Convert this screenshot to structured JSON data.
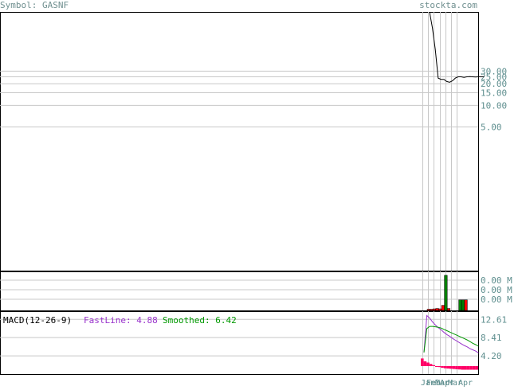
{
  "header": {
    "symbol_label": "Symbol: GASNF",
    "site": "stockta.com"
  },
  "colors": {
    "background": "#ffffff",
    "frame": "#000000",
    "grid": "#c8c8c8",
    "axis_text": "#5f8f8f",
    "price_line": "#000000",
    "volume_up": "#008000",
    "volume_down": "#ff0000",
    "macd_fast": "#9933cc",
    "macd_slow": "#009900",
    "histogram": "#ff0066"
  },
  "macd": {
    "label": "MACD(12-26-9)",
    "fast_label": "FastLine: 4.88",
    "smooth_label": "Smoothed: 6.42"
  },
  "chart_data": [
    {
      "type": "line",
      "panel": "price",
      "scale": "log",
      "y_ticks": [
        "30.00",
        "25.00",
        "20.00",
        "15.00",
        "10.00",
        "5.00"
      ],
      "y_tick_values": [
        30,
        25,
        20,
        15,
        10,
        5
      ],
      "ylim": [
        0.05,
        200
      ],
      "series": [
        {
          "values": [
            200,
            120,
            60,
            24,
            23,
            23,
            21.5,
            21,
            22,
            24,
            25,
            25,
            24.5,
            25,
            25.2,
            25,
            24.8,
            25,
            25,
            25
          ]
        }
      ]
    },
    {
      "type": "bar",
      "panel": "volume",
      "y_ticks": [
        "0.00 M",
        "0.00 M",
        "0.00 M"
      ],
      "ylim": [
        0,
        1
      ],
      "bars": [
        {
          "x": 0,
          "v": 0.03,
          "dir": "down"
        },
        {
          "x": 1,
          "v": 0.03,
          "dir": "down"
        },
        {
          "x": 2,
          "v": 0.04,
          "dir": "down"
        },
        {
          "x": 3,
          "v": 0.05,
          "dir": "down"
        },
        {
          "x": 4,
          "v": 0.04,
          "dir": "down"
        },
        {
          "x": 5,
          "v": 0.13,
          "dir": "down"
        },
        {
          "x": 6,
          "v": 0.9,
          "dir": "up"
        },
        {
          "x": 7,
          "v": 0.05,
          "dir": "down"
        },
        {
          "x": 11,
          "v": 0.27,
          "dir": "up"
        },
        {
          "x": 12,
          "v": 0.27,
          "dir": "up"
        },
        {
          "x": 13,
          "v": 0.27,
          "dir": "down"
        }
      ]
    },
    {
      "type": "line",
      "panel": "macd",
      "y_ticks": [
        "12.61",
        "8.41",
        "4.20"
      ],
      "y_tick_values": [
        12.61,
        8.41,
        4.2
      ],
      "ylim": [
        0,
        14.5
      ],
      "fast": [
        5,
        13.5,
        12.9,
        12.0,
        11.3,
        10.7,
        10.2,
        9.6,
        9.1,
        8.7,
        8.2,
        7.8,
        7.4,
        7.0,
        6.6,
        6.3,
        5.9,
        5.6,
        5.3,
        4.88
      ],
      "slow": [
        5,
        10.5,
        11.0,
        11.0,
        10.9,
        10.8,
        10.6,
        10.3,
        10.0,
        9.7,
        9.4,
        9.1,
        8.8,
        8.5,
        8.2,
        7.9,
        7.5,
        7.1,
        6.8,
        6.42
      ],
      "histogram": [
        3.2,
        2.0,
        1.5,
        0.9,
        0.4,
        -0.1,
        -0.4,
        -0.7,
        -0.9,
        -1.0,
        -1.1,
        -1.2,
        -1.3,
        -1.4,
        -1.5,
        -1.5,
        -1.5,
        -1.5,
        -1.5,
        -1.5
      ]
    }
  ],
  "x_axis": {
    "labels": [
      "Jan",
      "Feb",
      "Mar",
      "Apr",
      "Mar",
      "Apr"
    ]
  }
}
